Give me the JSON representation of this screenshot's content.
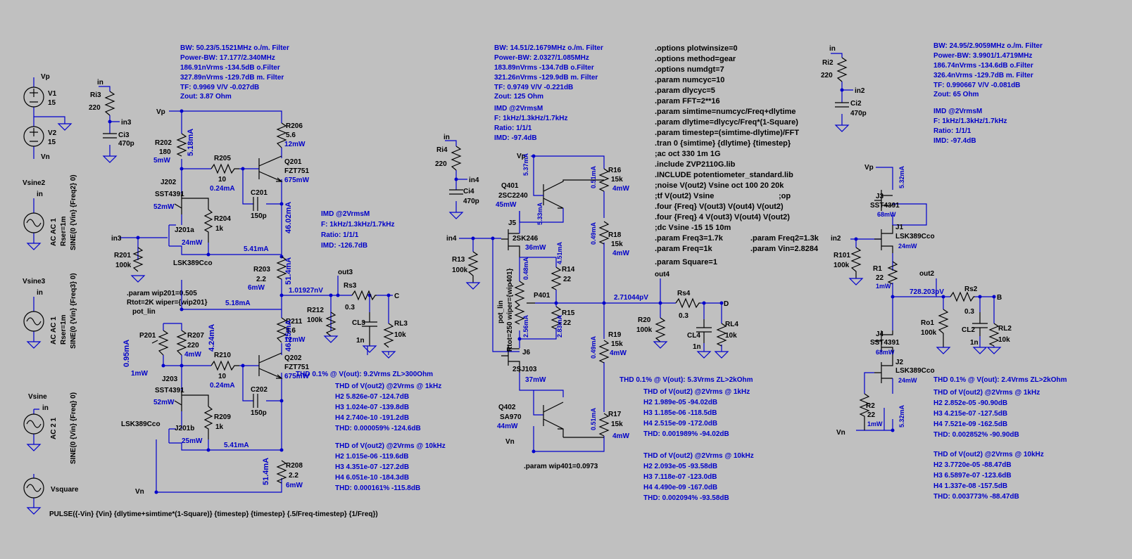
{
  "sources": {
    "v1": {
      "name": "V1",
      "value": "15",
      "net_top": "Vp"
    },
    "v2": {
      "name": "V2",
      "value": "15",
      "net_bottom": "Vn"
    },
    "vsine2": {
      "name": "Vsine2",
      "net": "in",
      "l1": "AC AC 1",
      "l2": "Rser=1m",
      "l3": "SINE(0 {Vin} {Freq2} 0)"
    },
    "vsine3": {
      "name": "Vsine3",
      "net": "in",
      "l1": "AC AC 1",
      "l2": "Rser=1m",
      "l3": "SINE(0 {Vin} {Freq3} 0)"
    },
    "vsine": {
      "name": "Vsine",
      "net": "in",
      "l1": "AC 2 1",
      "l3": "SINE(0 {Vin} {Freq} 0)"
    },
    "vsquare": {
      "name": "Vsquare",
      "pulse": "PULSE({-Vin} {Vin} {dlytime+simtime*(1-Square)} {timestep} {timestep} {.5/Freq-timestep} {1/Freq})"
    }
  },
  "left": {
    "in": "in",
    "ri3": "Ri3",
    "ri3v": "220",
    "in3": "in3",
    "ci3": "Ci3",
    "ci3v": "470p",
    "info": [
      "BW: 50.23/5.1521MHz  o./m. Filter",
      "Power-BW: 17.177/2.340MHz",
      "186.91nVrms  -134.5dB o.Filter",
      "327.89nVrms  -129.7dB m. Filter",
      "TF:  0.9969 V/V  -0.027dB",
      "Zout:  3.87 Ohm"
    ],
    "vp": "Vp",
    "vn": "Vn",
    "in3b": "in3",
    "r202": "R202",
    "r202v": "180",
    "r202p": "5mW",
    "i_518a": "5.18mA",
    "r205": "R205",
    "r205v": "10",
    "i_024a": "0.24mA",
    "r206": "R206",
    "r206v": "5.6",
    "r206p": "12mW",
    "q201": "Q201",
    "q201t": "FZT751",
    "q201p": "675mW",
    "c201": "C201",
    "c201v": "150p",
    "i_4602": "46.02mA",
    "j202": "J202",
    "j202t": "SST4391",
    "j202p": "52mW",
    "r204": "R204",
    "r204v": "1k",
    "j201a": "J201a",
    "j201ap": "24mW",
    "j201at": "LSK389Cco",
    "r201": "R201",
    "r201v": "100k",
    "i_541a": "5.41mA",
    "r203": "R203",
    "r203v": "2.2",
    "r203p": "6mW",
    "i_514a": "51.4mA",
    "out3": "out3",
    "vout": "1.01927nV",
    "rs3": "Rs3",
    "rs3v": "0.3",
    "nodeC": "C",
    "r212": "R212",
    "r212v": "100k",
    "cl3": "CL3",
    "cl3v": "1n",
    "rl3": "RL3",
    "rl3v": "10k",
    "wip": ".param wip201=0.505",
    "rtot": "Rtot=2K wiper={wip201}",
    "potlin": "pot_lin",
    "i_518b": "5.18mA",
    "p201": "P201",
    "i_095": "0.95mA",
    "p201p": "1mW",
    "r207": "R207",
    "r207v": "220",
    "r207p": "4mW",
    "i_424": "4.24mA",
    "r210": "R210",
    "r210v": "10",
    "i_024b": "0.24mA",
    "r211": "R211",
    "r211v": "5.6",
    "r211p": "12mW",
    "i_4625": "46.25mA",
    "q202": "Q202",
    "q202t": "FZT751",
    "q202p": "675mW",
    "c202": "C202",
    "c202v": "150p",
    "j203": "J203",
    "j203t": "SST4391",
    "j203p": "52mW",
    "r209": "R209",
    "r209v": "1k",
    "j201bt": "LSK389Cco",
    "j201b": "J201b",
    "j201bp": "25mW",
    "i_541b": "5.41mA",
    "r208": "R208",
    "r208v": "2.2",
    "r208p": "6mW",
    "i_514b": "51.4mA",
    "imd": [
      "IMD @2VrmsM",
      "F: 1kHz/1.3kHz/1.7kHz",
      "Ratio: 1/1/1",
      "IMD: -126.7dB"
    ],
    "thd_head": "THD 0.1% @ V(out):  9.2Vrms  ZL>300Ohm",
    "thd1": [
      "THD of V(out2)  @2Vrms @ 1kHz",
      "H2  5.826e-07  -124.7dB",
      "H3  1.024e-07  -139.8dB",
      "H4  2.740e-10  -191.2dB",
      "THD:  0.000059%  -124.6dB"
    ],
    "thd10": [
      "THD of V(out2)  @2Vrms @ 10kHz",
      "H2  1.015e-06  -119.6dB",
      "H3  4.351e-07  -127.2dB",
      "H4  6.051e-10  -184.3dB",
      "THD:  0.000161%  -115.8dB"
    ]
  },
  "mid": {
    "info": [
      "BW: 14.51/2.1679MHz  o./m. Filter",
      "Power-BW: 2.0327/1.085MHz",
      "183.89nVrms  -134.7dB o.Filter",
      "321.26nVrms  -129.9dB m. Filter",
      "TF:  0.9749 V/V  -0.221dB",
      "Zout:  125 Ohm"
    ],
    "imd": [
      "IMD @2VrmsM",
      "F: 1kHz/1.3kHz/1.7kHz",
      "Ratio: 1/1/1",
      "IMD: -97.4dB"
    ],
    "in": "in",
    "ri4": "Ri4",
    "ri4v": "220",
    "in4": "in4",
    "ci4": "Ci4",
    "ci4v": "470p",
    "vp": "Vp",
    "vn": "Vn",
    "in4b": "in4",
    "q401": "Q401",
    "q401t": "2SC2240",
    "q401p": "45mW",
    "i_537": "5.37mA",
    "i_533": "5.33mA",
    "r16": "R16",
    "r16v": "15k",
    "r16p": "4mW",
    "i_051a": "0.51mA",
    "j5": "J5",
    "j5t": "2SK246",
    "j5p": "36mW",
    "r18": "R18",
    "r18v": "15k",
    "r18p": "4mW",
    "i_049a": "0.49mA",
    "r13": "R13",
    "r13v": "100k",
    "potlin": "pot_lin",
    "rtot": "Rtot=250 wiper={wip401}",
    "i_048": "0.48mA",
    "i_451": "4.51mA",
    "r14": "R14",
    "r14v": "22",
    "p401": "P401",
    "vout": "2.71044pV",
    "out4": "out4",
    "rs4": "Rs4",
    "rs4v": "0.3",
    "nodeD": "D",
    "i_256": "2.56mA",
    "i_283": "2.83mA",
    "r15": "R15",
    "r15v": "22",
    "r20": "R20",
    "r20v": "100k",
    "cl4": "CL4",
    "cl4v": "1n",
    "rl4": "RL4",
    "rl4v": "10k",
    "j6": "J6",
    "j6t": "2SJ103",
    "j6p": "37mW",
    "r19": "R19",
    "r19v": "15k",
    "r19p": "4mW",
    "i_049b": "0.49mA",
    "q402": "Q402",
    "q402t": "SA970",
    "q402p": "44mW",
    "r17": "R17",
    "r17v": "15k",
    "r17p": "4mW",
    "i_051b": "0.51mA",
    "wip": ".param wip401=0.0973",
    "thd_head": "THD 0.1% @ V(out):  5.3Vrms  ZL>2kOhm",
    "thd1": [
      "THD of V(out2)  @2Vrms @ 1kHz",
      "H2  1.989e-05  -94.02dB",
      "H3  1.185e-06  -118.5dB",
      "H4  2.515e-09  -172.0dB",
      "THD:  0.001989%  -94.02dB"
    ],
    "thd10": [
      "THD of V(out2)  @2Vrms @ 10kHz",
      "H2  2.093e-05  -93.58dB",
      "H3  7.118e-07  -123.0dB",
      "H4  4.490e-09  -167.0dB",
      "THD:  0.002094%  -93.58dB"
    ]
  },
  "directives": [
    ".options plotwinsize=0",
    ".options method=gear",
    ".options numdgt=7",
    ".param numcyc=10",
    ".param dlycyc=5",
    ".param FFT=2**16",
    ".param simtime=numcyc/Freq+dlytime",
    ".param dlytime=dlycyc/Freq*(1-Square)",
    ".param timestep=(simtime-dlytime)/FFT",
    ".tran 0 {simtime} {dlytime} {timestep}",
    ";ac oct 330 1m 1G",
    ".include ZVP2110G.lib",
    ".INCLUDE potentiometer_standard.lib",
    ";noise V(out2) Vsine oct 100 20 20k",
    ";tf V(out2) Vsine                              ;op",
    ".four {Freq} V(out3) V(out4) V(out2)",
    ".four {Freq} 4 V(out3) V(out4) V(out2)",
    ";dc Vsine -15 15 10m"
  ],
  "dir_freq3": ".param Freq3=1.7k",
  "dir_freq2": ".param Freq2=1.3k",
  "dir_freq": ".param Freq=1k",
  "dir_vin": ".param Vin=2.8284",
  "dir_square": ".param Square=1",
  "right": {
    "in": "in",
    "ri2": "Ri2",
    "ri2v": "220",
    "in2": "in2",
    "ci2": "Ci2",
    "ci2v": "470p",
    "info": [
      "BW: 24.95/2.9059MHz  o./m. Filter",
      "Power-BW: 3.9901/1.4719MHz",
      "186.74nVrms  -134.6dB o.Filter",
      "326.4nVrms  -129.7dB m. Filter",
      "TF:  0.990667 V/V  -0.081dB",
      "Zout:  65 Ohm"
    ],
    "imd": [
      "IMD @2VrmsM",
      "F: 1kHz/1.3kHz/1.7kHz",
      "Ratio: 1/1/1",
      "IMD: -97.4dB"
    ],
    "vp": "Vp",
    "vn": "Vn",
    "in2b": "in2",
    "j3": "J3",
    "j3t": "SST4391",
    "j3p": "68mW",
    "i_532a": "5.32mA",
    "j1": "J1",
    "j1t": "LSK389Cco",
    "j1p": "24mW",
    "r101": "R101",
    "r101v": "100k",
    "r1": "R1",
    "r1v": "22",
    "r1p": "1mW",
    "out2": "out2",
    "vout": "728.203pV",
    "rs2": "Rs2",
    "rs2v": "0.3",
    "nodeB": "B",
    "ro1": "Ro1",
    "ro1v": "100k",
    "cl2": "CL2",
    "cl2v": "1n",
    "rl2": "RL2",
    "rl2v": "10k",
    "j4": "J4",
    "j4t": "SST4391",
    "j4p": "68mW",
    "j2": "J2",
    "j2t": "LSK389Cco",
    "j2p": "24mW",
    "r2": "R2",
    "r2v": "22",
    "r2p": "1mW",
    "i_532b": "5.32mA",
    "thd_head": "THD 0.1% @ V(out):  2.4Vrms  ZL>2kOhm",
    "thd1": [
      "THD of V(out2)  @2Vrms @ 1kHz",
      "H2  2.852e-05  -90.90dB",
      "H3  4.215e-07  -127.5dB",
      "H4  7.521e-09  -162.5dB",
      "THD:  0.002852%  -90.90dB"
    ],
    "thd10": [
      "THD of V(out2)  @2Vrms @ 10kHz",
      "H2  3.7720e-05  -88.47dB",
      "H3  6.5897e-07  -123.6dB",
      "H4  1.337e-08  -157.5dB",
      "THD:  0.003773%  -88.47dB"
    ]
  }
}
